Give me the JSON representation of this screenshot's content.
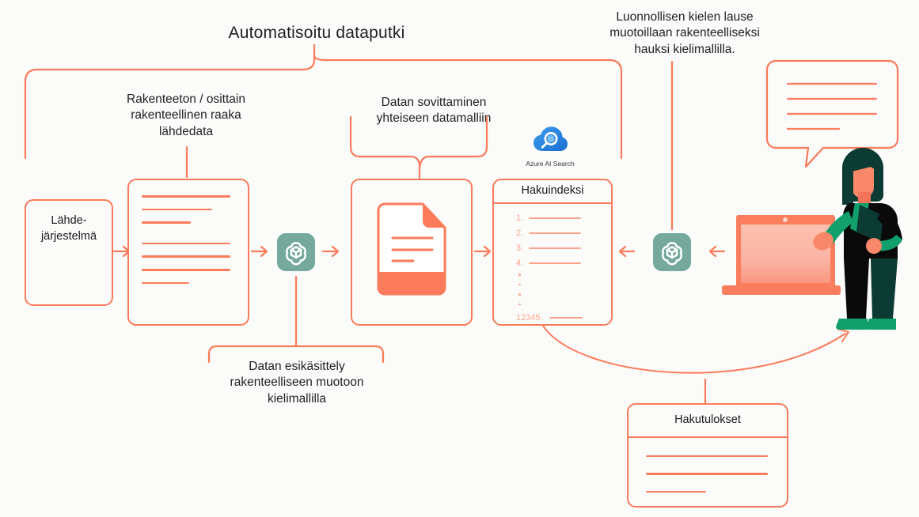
{
  "diagram": {
    "title": "Automatisoitu dataputki",
    "colors": {
      "accent": "#FB7B5B",
      "accent_light": "#FCA48B",
      "chatgpt_bg": "#74A99B",
      "azure_blue": "#2E8BE0",
      "person_dark": "#0C2B26",
      "person_teal": "#11A06B",
      "skin": "#F9886A",
      "background": "#FBFBFA",
      "text": "#1F1F1F"
    },
    "annotations": {
      "pipeline_bracket": "Automatisoitu dataputki",
      "raw_data": "Rakenteeton / osittain\nrakenteellinen raaka\nlähdedata",
      "raw_data_lines": [
        "Rakenteeton / osittain",
        "rakenteellinen raaka",
        "lähdedata"
      ],
      "mapping": "Datan sovittaminen\nyhteiseen datamalliin",
      "mapping_lines": [
        "Datan sovittaminen",
        "yhteiseen datamalliin"
      ],
      "preprocess_lines": [
        "Datan esikäsittely",
        "rakenteelliseen muotoon",
        "kielimallilla"
      ],
      "nl_query_lines": [
        "Luonnollisen kielen lause",
        "muotoillaan rakenteelliseksi",
        "hauksi kielimallilla."
      ]
    },
    "nodes": {
      "source_system": {
        "label_lines": [
          "Lähde-",
          "järjestelmä"
        ],
        "name": "Lähde-järjestelmä"
      },
      "raw_doc_box": {
        "name": "raw-data-lines-box",
        "line_widths": [
          100,
          78,
          53,
          100,
          100,
          100,
          53
        ]
      },
      "mapped_doc_box": {
        "name": "document-icon-box",
        "icon": "document-icon"
      },
      "search_index": {
        "header": "Hakuindeksi",
        "items": [
          "1.",
          "2.",
          "3.",
          "4."
        ],
        "ellipsis_dots": 4,
        "last_item": "12345."
      },
      "search_results": {
        "header": "Hakutulokset",
        "line_widths": [
          100,
          100,
          50
        ]
      },
      "speech_bubble": {
        "name": "speech-bubble",
        "line_widths": [
          100,
          100,
          100,
          58
        ]
      },
      "azure": {
        "label": "Azure AI Search",
        "icon": "azure-ai-search-icon"
      },
      "llm_left": {
        "icon": "chatgpt-icon",
        "name": "chatgpt-icon-preprocess"
      },
      "llm_right": {
        "icon": "chatgpt-icon",
        "name": "chatgpt-icon-query"
      },
      "laptop": {
        "name": "laptop-illustration"
      },
      "person": {
        "name": "person-illustration"
      }
    },
    "arrows": [
      {
        "name": "arrow-source-to-raw",
        "direction": "right"
      },
      {
        "name": "arrow-raw-to-llm",
        "direction": "right"
      },
      {
        "name": "arrow-llm-to-document",
        "direction": "right"
      },
      {
        "name": "arrow-document-to-index",
        "direction": "right"
      },
      {
        "name": "arrow-llm-query-from-index",
        "direction": "left"
      },
      {
        "name": "arrow-user-to-llm-query",
        "direction": "left"
      },
      {
        "name": "arrow-index-to-user-curved",
        "direction": "curved-right"
      }
    ]
  }
}
